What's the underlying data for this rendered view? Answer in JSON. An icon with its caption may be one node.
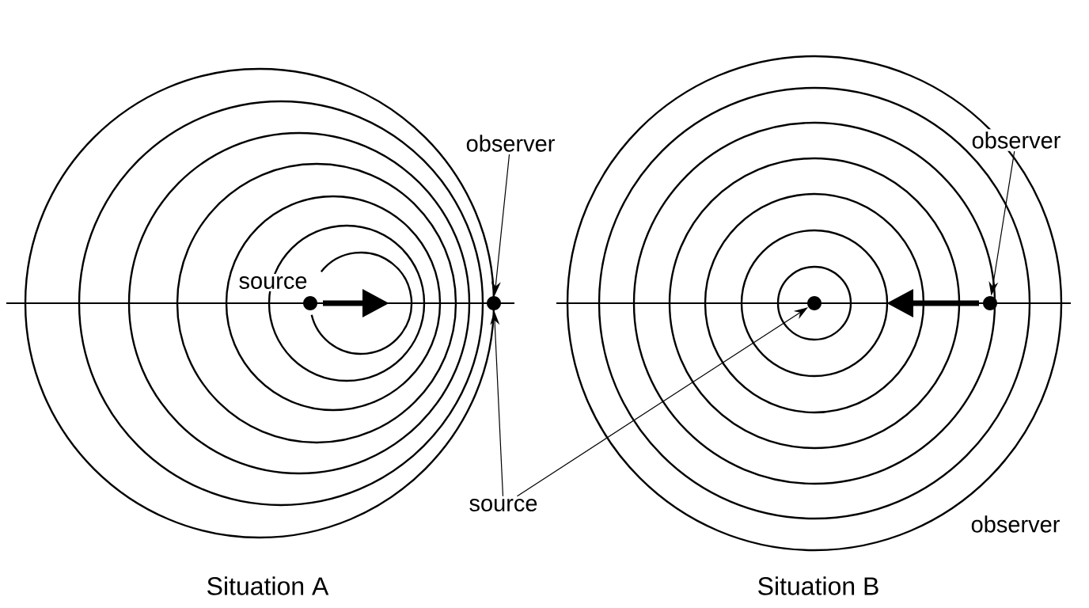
{
  "diagram": {
    "nodes": [
      {
        "text": [],
        "shape": "circle",
        "beside": [
          "source"
        ]
      },
      {
        "text": [],
        "shape": "circle"
      },
      {
        "text": [
          "observer"
        ]
      },
      {
        "text": [
          "source"
        ]
      },
      {
        "text": [],
        "shape": "circle"
      },
      {
        "text": [],
        "shape": "circle"
      },
      {
        "text": [
          "observer"
        ]
      }
    ],
    "edges": [
      {
        "from": 2,
        "to": 1,
        "arrow": "to"
      },
      {
        "from": 3,
        "to": 1,
        "arrow": "to"
      },
      {
        "from": 3,
        "to": 4,
        "arrow": "to"
      },
      {
        "from": 6,
        "to": 5,
        "arrow": "to"
      }
    ],
    "labels": [
      "observer",
      "Situation A",
      "Situation B"
    ]
  }
}
